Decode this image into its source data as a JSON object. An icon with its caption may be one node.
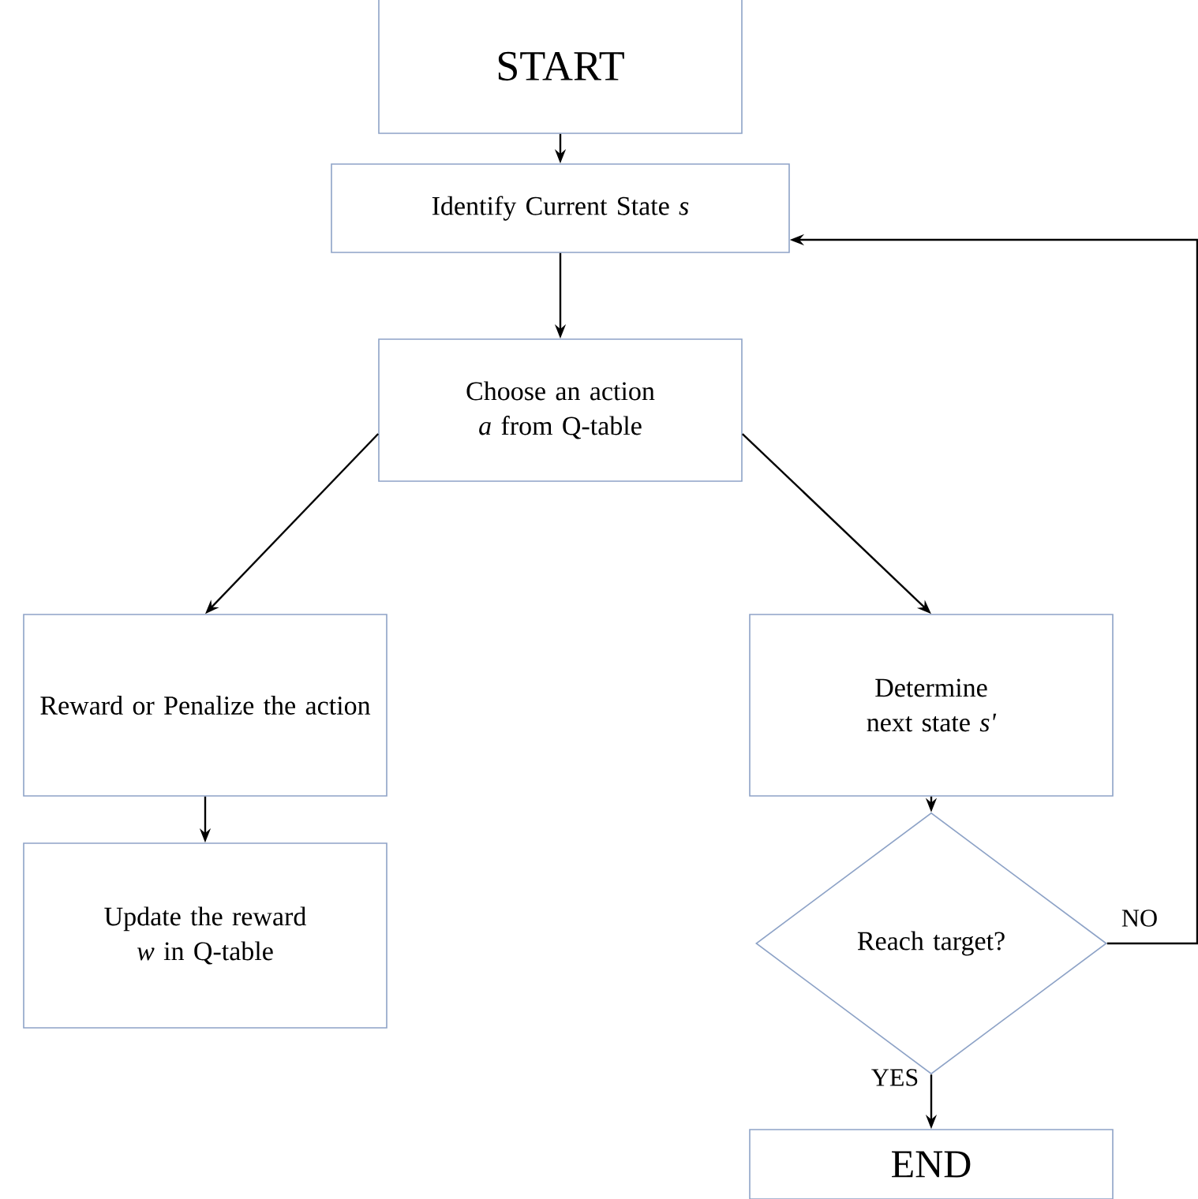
{
  "diagram": {
    "nodes": [
      {
        "text": [
          "START"
        ]
      },
      {
        "text": [
          "Identify Current State *s*"
        ]
      },
      {
        "text": [
          "Choose an action *a* from Q-table"
        ]
      },
      {
        "text": [
          "Reward or Penalize the action"
        ]
      },
      {
        "text": [
          "Update the reward *w* in Q-table"
        ]
      },
      {
        "text": [
          "Determine next state *s'*"
        ]
      },
      {
        "text": [
          "Reach target?"
        ]
      },
      {
        "text": [
          "END"
        ]
      }
    ],
    "edges": [
      {
        "from": 0,
        "to": 1,
        "arrow": "to"
      },
      {
        "from": 1,
        "to": 2,
        "arrow": "to"
      },
      {
        "from": 2,
        "to": 3,
        "arrow": "to"
      },
      {
        "from": 2,
        "to": 5,
        "arrow": "to"
      },
      {
        "from": 3,
        "to": 4,
        "arrow": "to"
      },
      {
        "from": 5,
        "to": 6,
        "arrow": "to"
      },
      {
        "from": 6,
        "to": 7,
        "label": "YES",
        "arrow": "to"
      },
      {
        "from": 6,
        "to": 1,
        "label": "NO",
        "arrow": "to"
      }
    ]
  }
}
